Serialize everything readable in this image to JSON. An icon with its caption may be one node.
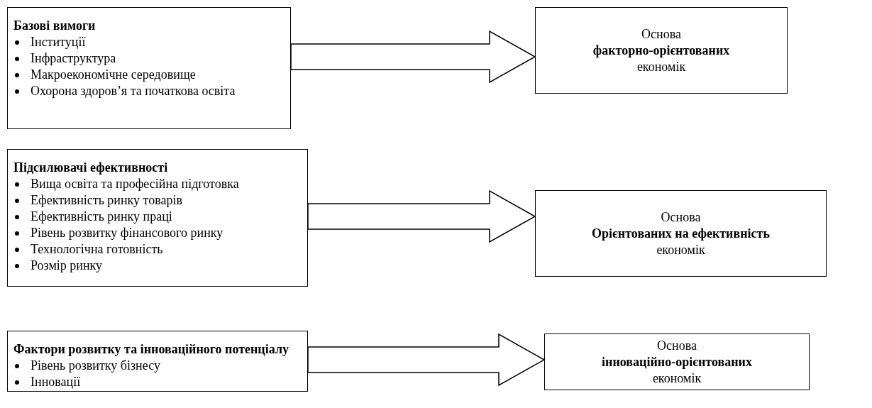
{
  "diagram": {
    "nodes": [
      {
        "text": [
          "Базові вимоги",
          "Інституції",
          "Інфраструктура",
          "Макроекономічне середовище",
          "Охорона здоров’я та початкова освіта"
        ]
      },
      {
        "text": [
          "Основа",
          "факторно-орієнтованих",
          "економік"
        ]
      },
      {
        "text": [
          "Підсилювачі ефективності",
          "Вища освіта та професійна підготовка",
          "Ефективність ринку товарів",
          "Ефективність ринку праці",
          "Рівень розвитку фінансового ринку",
          "Технологічна готовність",
          "Розмір ринку"
        ]
      },
      {
        "text": [
          "Основа",
          "Орієнтованих на ефективність",
          "економік"
        ]
      },
      {
        "text": [
          "Фактори розвитку та інноваційного потенціалу",
          "Рівень розвитку бізнесу",
          "Інновації"
        ]
      },
      {
        "text": [
          "Основа",
          "інноваційно-орієнтованих",
          "економік"
        ]
      }
    ],
    "edges": [
      {
        "from": 0,
        "to": 1,
        "arrow": "to"
      },
      {
        "from": 2,
        "to": 3,
        "arrow": "to"
      },
      {
        "from": 4,
        "to": 5,
        "arrow": "to"
      }
    ]
  }
}
